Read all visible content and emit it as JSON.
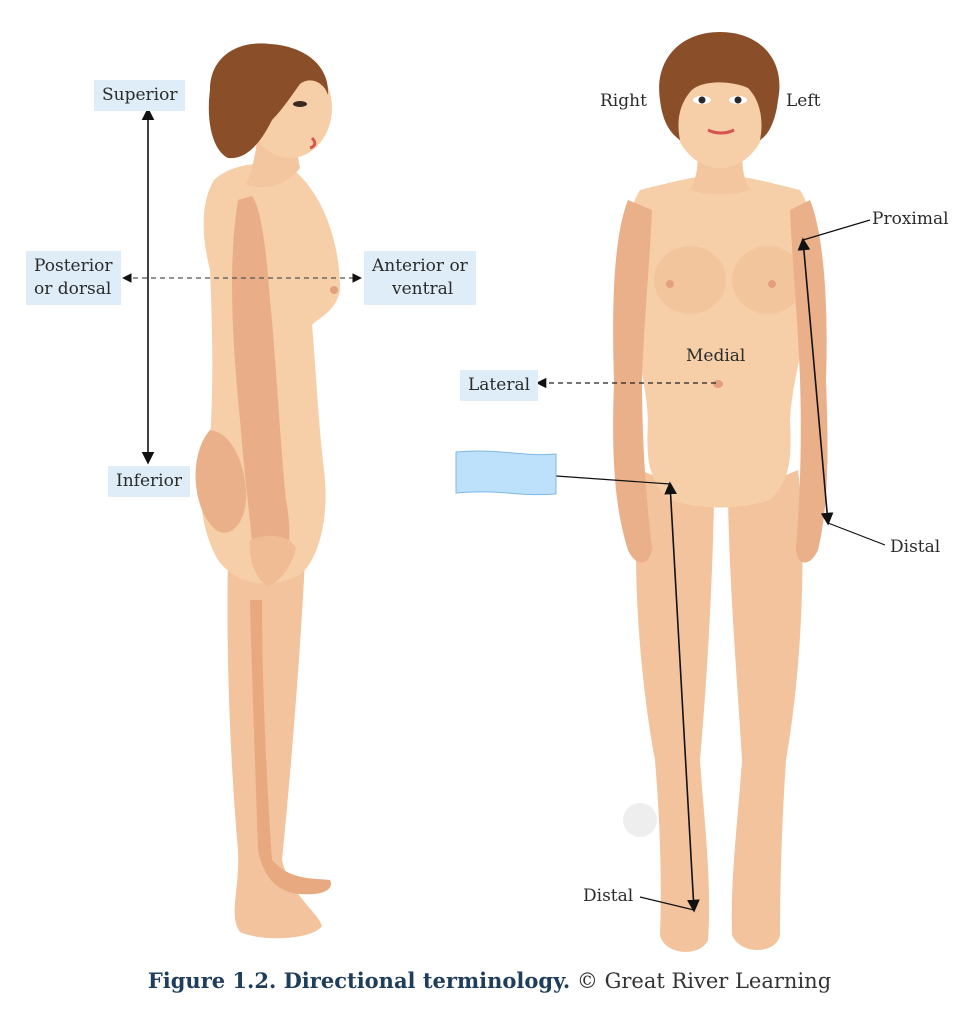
{
  "left_figure": {
    "superior": "Superior",
    "inferior": "Inferior",
    "posterior_line1": "Posterior",
    "posterior_line2": "or dorsal",
    "anterior_line1": "Anterior or",
    "anterior_line2": "ventral"
  },
  "right_figure": {
    "right": "Right",
    "left": "Left",
    "proximal": "Proximal",
    "medial": "Medial",
    "lateral": "Lateral",
    "distal_arm": "Distal",
    "distal_leg": "Distal"
  },
  "caption": {
    "title": "Figure 1.2. Directional terminology.",
    "credit": "© Great River Learning"
  },
  "colors": {
    "label_highlight": "#deedf7",
    "blank_box": "#bde0fb",
    "skin_light": "#f6cfa8",
    "skin_shadow": "#e8a981",
    "hair": "#8a4f28",
    "caption_title": "#1f3d5c"
  }
}
